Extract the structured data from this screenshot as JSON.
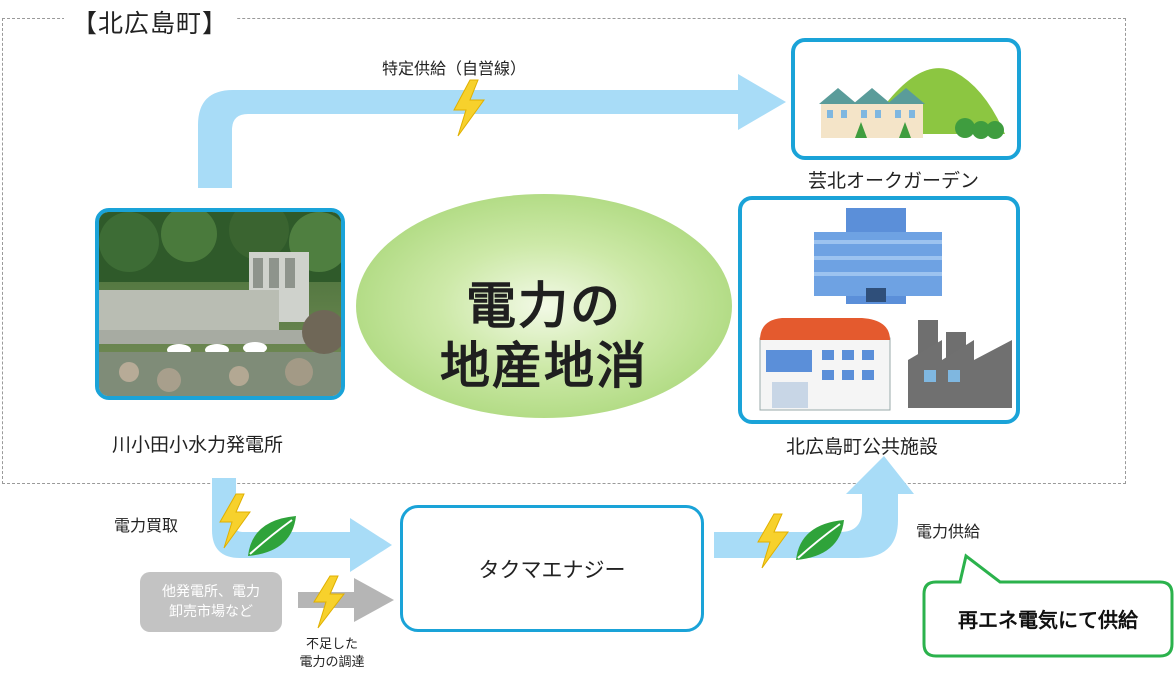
{
  "region_label": "【北広島町】",
  "center_title": {
    "line1": "電力の",
    "line2": "地産地消"
  },
  "nodes": {
    "power_plant": "川小田小水力発電所",
    "oak_garden": "芸北オークガーデン",
    "public_facilities": "北広島町公共施設",
    "takuma": "タクマエナジー",
    "other_source_line1": "他発電所、電力",
    "other_source_line2": "卸売市場など"
  },
  "flows": {
    "specific_supply": "特定供給（自営線）",
    "purchase": "電力買取",
    "supply": "電力供給",
    "shortfall_line1": "不足した",
    "shortfall_line2": "電力の調達"
  },
  "callout": "再エネ電気にて供給",
  "colors": {
    "frame_blue": "#1aa3d8",
    "arrow_blue": "#a8dcf7",
    "arrow_gray": "#b5b5b5",
    "leaf_green": "#2fa33a",
    "bolt_yellow": "#f7d12c",
    "callout_green": "#2bb24c",
    "ellipse_green": "#b3dc86"
  },
  "icons": [
    "lightning-icon",
    "leaf-icon",
    "building-icon",
    "school-icon",
    "factory-icon",
    "house-icon",
    "hill-icon",
    "dam-photo"
  ]
}
